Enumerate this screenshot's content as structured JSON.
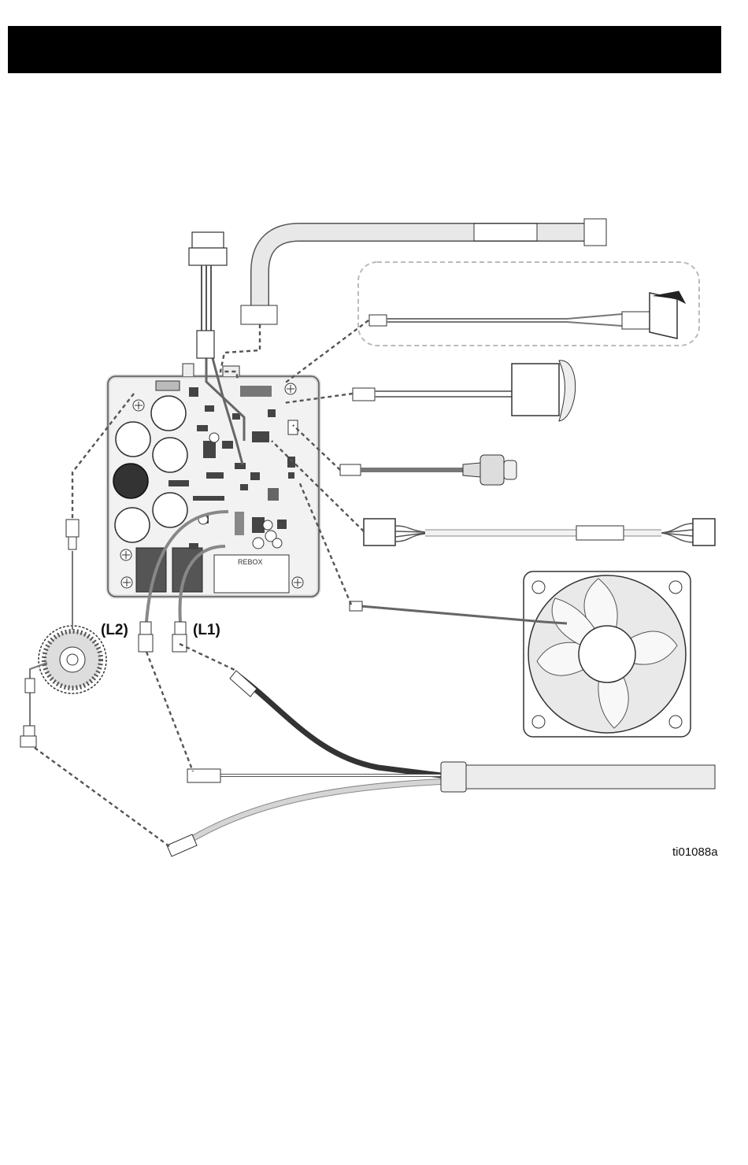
{
  "header": {
    "title": ""
  },
  "diagram": {
    "labels": {
      "l2": "(L2)",
      "l1": "(L1)"
    },
    "figure_id": "ti01088a",
    "board_label": "REBOX"
  }
}
